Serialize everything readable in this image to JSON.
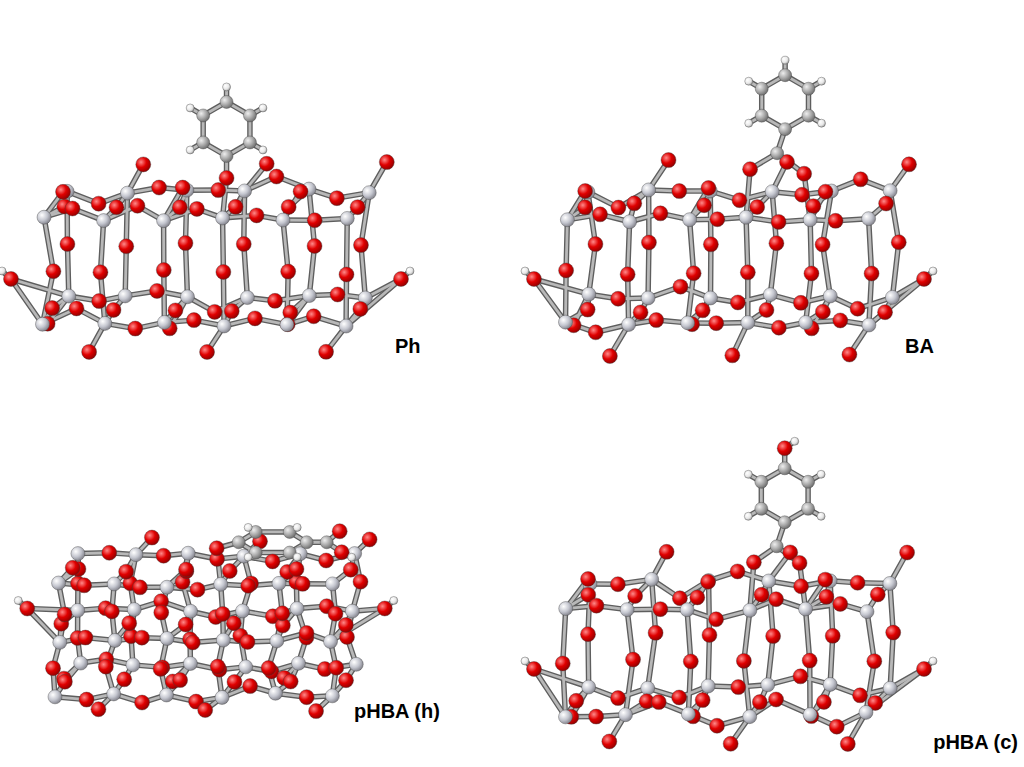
{
  "diagram": {
    "labels": [
      "Ph",
      "BA",
      "pHBA (h)",
      "pHBA (c)"
    ]
  }
}
